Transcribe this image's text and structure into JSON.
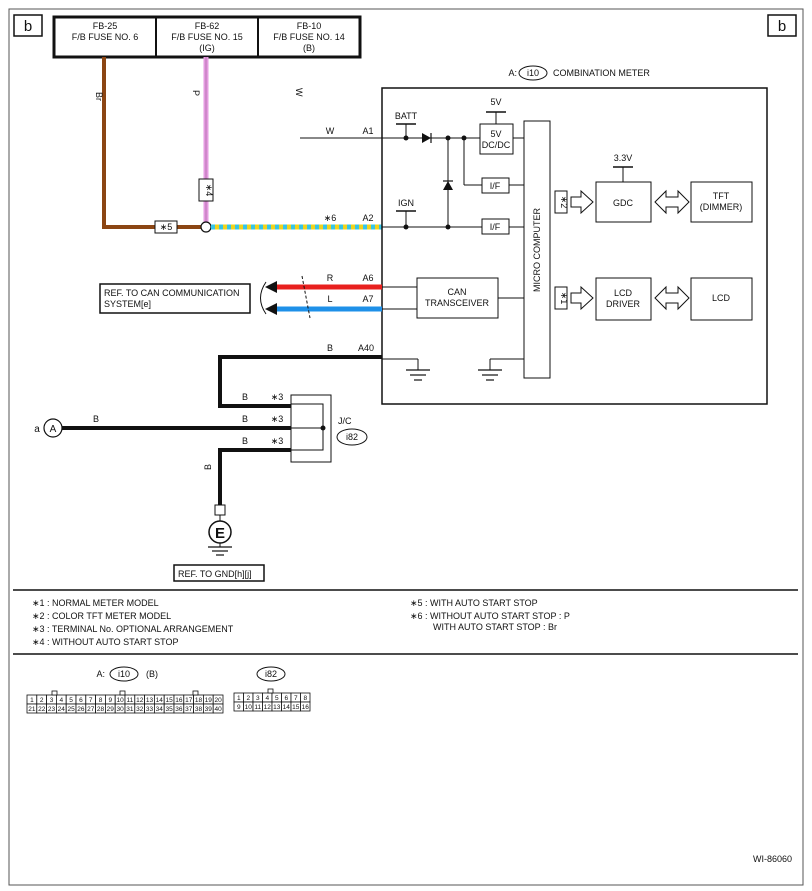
{
  "section_tag": "b",
  "fuses": [
    {
      "id": "FB-25",
      "name": "F/B FUSE NO. 6",
      "extra": ""
    },
    {
      "id": "FB-62",
      "name": "F/B FUSE NO. 15",
      "extra": "(IG)"
    },
    {
      "id": "FB-10",
      "name": "F/B FUSE NO. 14",
      "extra": "(B)"
    }
  ],
  "wire_colors": {
    "br": "Br",
    "p": "P",
    "w": "W",
    "r": "R",
    "l": "L",
    "b": "B"
  },
  "meter": {
    "connector_prefix": "A:",
    "connector": "i10",
    "title": "COMBINATION METER"
  },
  "pins": {
    "a1": "A1",
    "a2": "A2",
    "a6": "A6",
    "a7": "A7",
    "a40": "A40"
  },
  "blocks": {
    "batt": "BATT",
    "ign": "IGN",
    "v5": "5V",
    "dcdc_1": "5V",
    "dcdc_2": "DC/DC",
    "if": "I/F",
    "v33": "3.3V",
    "gdc": "GDC",
    "tft_1": "TFT",
    "tft_2": "(DIMMER)",
    "can_1": "CAN",
    "can_2": "TRANSCEIVER",
    "lcd_driver_1": "LCD",
    "lcd_driver_2": "DRIVER",
    "lcd": "LCD",
    "micro": "MICRO COMPUTER"
  },
  "marks": {
    "m1": "∗1",
    "m2": "∗2",
    "m3": "∗3",
    "m4": "∗4",
    "m5": "∗5",
    "m6": "∗6"
  },
  "can_ref": {
    "line1": "REF. TO CAN COMMUNICATION",
    "line2": "SYSTEM[e]"
  },
  "junction": {
    "label": "J/C",
    "connector": "i82"
  },
  "ground": {
    "connector_a_label": "a",
    "connector_a": "A",
    "ground_symbol": "E",
    "ref": "REF. TO GND[h][j]"
  },
  "notes": [
    {
      "mark": "∗1",
      "text": ": NORMAL METER MODEL"
    },
    {
      "mark": "∗2",
      "text": ": COLOR TFT METER MODEL"
    },
    {
      "mark": "∗3",
      "text": ": TERMINAL No. OPTIONAL ARRANGEMENT"
    },
    {
      "mark": "∗4",
      "text": ": WITHOUT AUTO START STOP"
    },
    {
      "mark": "∗5",
      "text": ": WITH AUTO START STOP"
    },
    {
      "mark": "∗6",
      "text": ": WITHOUT AUTO START STOP  : P"
    },
    {
      "mark": "",
      "text": "WITH AUTO START STOP  : Br"
    }
  ],
  "connectors": {
    "i10_prefix": "A:",
    "i10": "i10",
    "i10_color": "(B)",
    "i10_row1": [
      "1",
      "2",
      "3",
      "4",
      "5",
      "6",
      "7",
      "8",
      "9",
      "10",
      "11",
      "12",
      "13",
      "14",
      "15",
      "16",
      "17",
      "18",
      "19",
      "20"
    ],
    "i10_row2": [
      "21",
      "22",
      "23",
      "24",
      "25",
      "26",
      "27",
      "28",
      "29",
      "30",
      "31",
      "32",
      "33",
      "34",
      "35",
      "36",
      "37",
      "38",
      "39",
      "40"
    ],
    "i82": "i82",
    "i82_row1": [
      "1",
      "2",
      "3",
      "4",
      "5",
      "6",
      "7",
      "8"
    ],
    "i82_row2": [
      "9",
      "10",
      "11",
      "12",
      "13",
      "14",
      "15",
      "16"
    ]
  },
  "figure_id": "WI-86060",
  "colors": {
    "brown": "#8B4513",
    "pink": "#E59AE0",
    "red": "#E8201E",
    "blue": "#1E90E8",
    "yellow": "#F2D21C",
    "cyan": "#35C5E8"
  }
}
